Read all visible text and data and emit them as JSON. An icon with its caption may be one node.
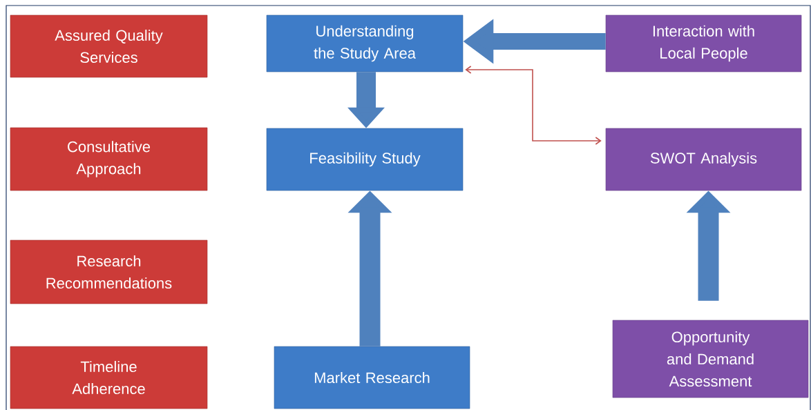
{
  "diagram": {
    "nodes": [
      {
        "text": [
          "Assured Quality Services"
        ]
      },
      {
        "text": [
          "Understanding the Study Area"
        ]
      },
      {
        "text": [
          "Interaction with Local People"
        ]
      },
      {
        "text": [
          "Consultative Approach"
        ]
      },
      {
        "text": [
          "Feasibility Study"
        ]
      },
      {
        "text": [
          "SWOT Analysis"
        ]
      },
      {
        "text": [
          "Research Recommendations"
        ]
      },
      {
        "text": [
          "Timeline Adherence"
        ]
      },
      {
        "text": [
          "Market Research"
        ]
      },
      {
        "text": [
          "Opportunity and Demand Assessment"
        ]
      }
    ],
    "edges": [
      {
        "from": 2,
        "to": 1,
        "arrow": "to"
      },
      {
        "from": 1,
        "to": 4,
        "arrow": "to"
      },
      {
        "from": 1,
        "to": 5,
        "arrow": "both",
        "color": "#c0504d"
      },
      {
        "from": 8,
        "to": 4,
        "arrow": "to"
      },
      {
        "from": 9,
        "to": 5,
        "arrow": "to"
      }
    ]
  }
}
